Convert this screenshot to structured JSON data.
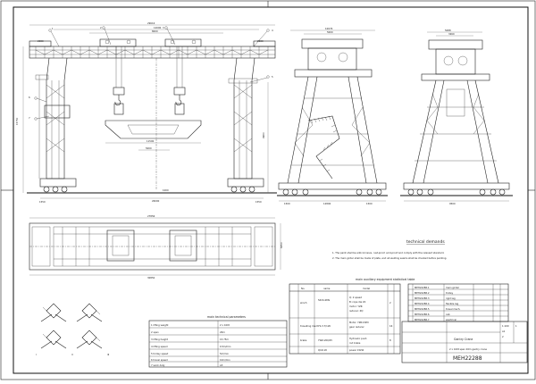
{
  "front": {
    "dims": [
      "29616",
      "12000",
      "8000",
      "2280",
      "2280",
      "11500",
      "5000",
      "15750",
      "9960",
      "26000",
      "1550",
      "1000"
    ],
    "callouts": [
      "1",
      "2",
      "3",
      "4",
      "5",
      "6",
      "7"
    ]
  },
  "side": {
    "dims": [
      "10076",
      "5000",
      "12800",
      "1500"
    ]
  },
  "end": {
    "dims": [
      "5088",
      "3260",
      "9500"
    ]
  },
  "plan": {
    "dims": [
      "27856",
      "30850",
      "6450"
    ]
  },
  "tech": {
    "title": "technical demands",
    "items": [
      "1. The paint shall be anticorrosive, rust-proof, acid-proof and comply with the relevant standard.",
      "2. The main girder shall be made of plate, and all welding seams shall be checked before painting."
    ]
  },
  "equip": {
    "title": "main auxiliary equipment statistical table",
    "headers": [
      "No.",
      "name",
      "model"
    ],
    "rows": [
      {
        "name": "winch",
        "model": "5Z1S-SMS",
        "spec": [
          "Q: 2 speed",
          "B: rope dia 20",
          "motor: YZR",
          "reducer: ZQ"
        ],
        "qty": "2"
      },
      {
        "name": "travelling mech.",
        "model": "YS-3.7/12K",
        "spec": [
          "Motor: YZR132M",
          "gear reducer"
        ],
        "qty": "16"
      },
      {
        "name": "brake",
        "model": "YWZ-200/25",
        "spec": [
          "Hydraulic push",
          "rod brake"
        ],
        "qty": "8"
      },
      {
        "model": "QCZ-18",
        "spec": [
          "power 15kW"
        ]
      }
    ]
  },
  "parts": {
    "rows": [
      {
        "code": "MEH22288.1",
        "name": "main girder"
      },
      {
        "code": "MEH22288.2",
        "name": "trolley"
      },
      {
        "code": "MEH22288.3",
        "name": "rigid leg"
      },
      {
        "code": "MEH22288.4",
        "name": "flexible leg"
      },
      {
        "code": "MEH22288.5",
        "name": "travel mech."
      },
      {
        "code": "MEH22288.6",
        "name": "cab"
      },
      {
        "code": "MEH22288.7",
        "name": "electrical"
      }
    ]
  },
  "params": {
    "title": "main technical parameters",
    "rows": [
      [
        "1 lifting weight",
        "2 x 100t"
      ],
      [
        "2 span",
        "26m"
      ],
      [
        "3 lifting height",
        "15.75m"
      ],
      [
        "4 lifting speed",
        "0.5m/min"
      ],
      [
        "5 trolley speed",
        "5m/min"
      ],
      [
        "6 travel speed",
        "10m/min"
      ],
      [
        "7 work duty",
        "A3"
      ]
    ]
  },
  "hooks": {
    "labels": [
      "I",
      "II",
      "III"
    ]
  },
  "title": {
    "name": "Gantry Crane",
    "subtitle": "2 x 100t span 26m gantry crane",
    "number": "MEH22288",
    "cells": [
      "1:100",
      "1",
      "A1",
      "2"
    ]
  }
}
